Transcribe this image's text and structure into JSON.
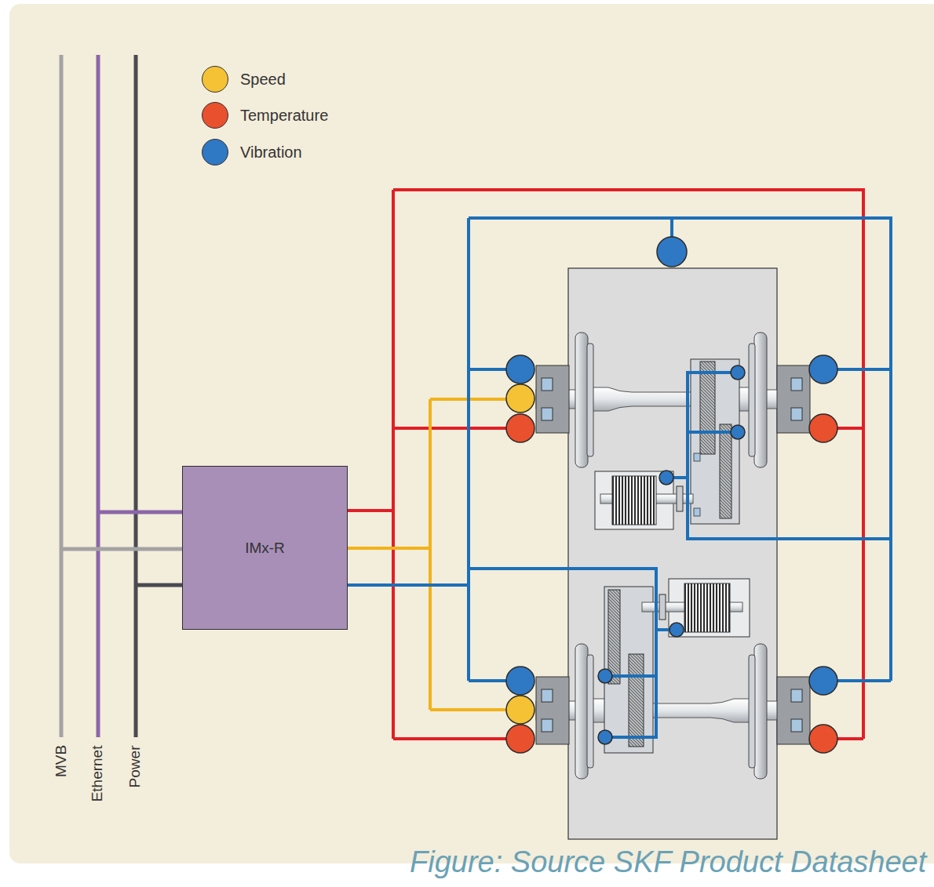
{
  "diagram": {
    "caption": "Figure: Source SKF Product Datasheet",
    "nodes": [
      {
        "text": [
          "IMx-R"
        ]
      }
    ],
    "labels": [
      "MVB",
      "Ethernet",
      "Power"
    ],
    "legend": [
      {
        "text": "Speed",
        "color": "#f4c234"
      },
      {
        "text": "Temperature",
        "color": "#e8502e"
      },
      {
        "text": "Vibration",
        "color": "#2f78c4"
      }
    ]
  }
}
